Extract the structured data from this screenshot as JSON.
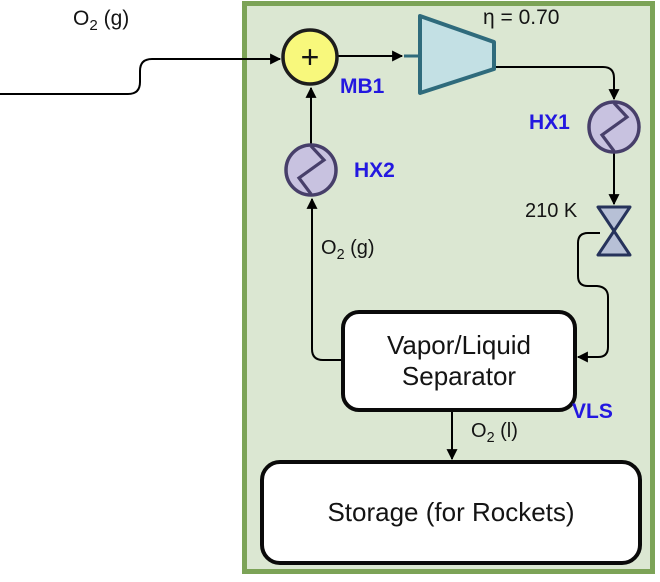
{
  "colors": {
    "boundary_fill": "#dbe7d2",
    "boundary_stroke": "#7ca357",
    "mixer_fill": "#f8f87c",
    "mixer_stroke": "#1d1d1d",
    "compressor_fill": "#c3e0e4",
    "compressor_stroke": "#2f6b7c",
    "hx_fill": "#c8c2e0",
    "hx_stroke": "#473f6a",
    "valve_fill": "#b7c0d6",
    "valve_stroke": "#26335b",
    "line_color": "#000000",
    "label_blue": "#2318e0",
    "box_fill": "#ffffff",
    "box_stroke": "#0a0a0a"
  },
  "streams": {
    "feed": {
      "base": "O",
      "sub": "2",
      "rest": " (g)"
    },
    "recycle": {
      "base": "O",
      "sub": "2",
      "rest": " (g)"
    },
    "product": {
      "base": "O",
      "sub": "2",
      "rest": " (l)"
    }
  },
  "units": {
    "mixer": {
      "id": "MB1",
      "symbol": "+"
    },
    "compressor": {
      "efficiency": "η = 0.70"
    },
    "hx1": {
      "id": "HX1"
    },
    "hx2": {
      "id": "HX2"
    },
    "valve": {
      "temperature": "210 K"
    },
    "separator": {
      "name_line1": "Vapor/Liquid",
      "name_line2": "Separator",
      "id": "VLS"
    },
    "storage": {
      "name": "Storage (for Rockets)"
    }
  }
}
